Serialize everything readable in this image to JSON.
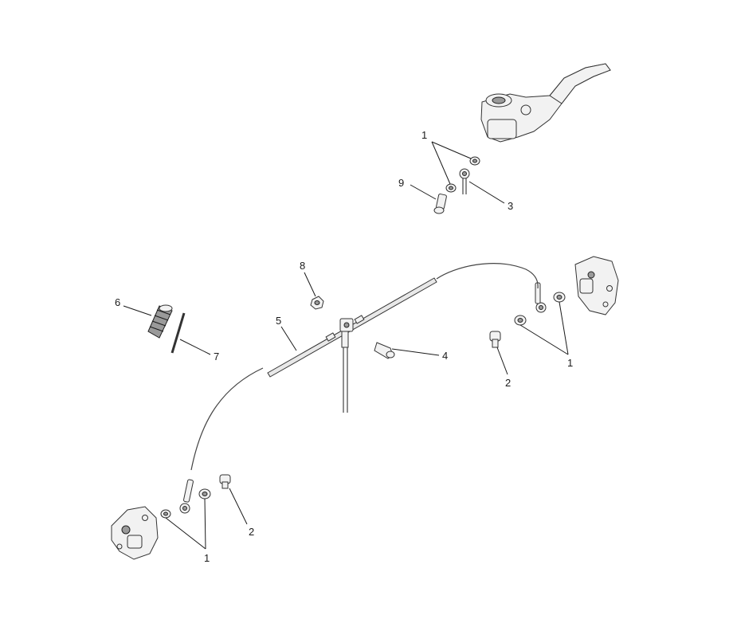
{
  "callouts": [
    {
      "id": "c1a",
      "label": "1"
    },
    {
      "id": "c9",
      "label": "9"
    },
    {
      "id": "c3",
      "label": "3"
    },
    {
      "id": "c8",
      "label": "8"
    },
    {
      "id": "c6",
      "label": "6"
    },
    {
      "id": "c5",
      "label": "5"
    },
    {
      "id": "c7",
      "label": "7"
    },
    {
      "id": "c4",
      "label": "4"
    },
    {
      "id": "c1b",
      "label": "1"
    },
    {
      "id": "c2a",
      "label": "2"
    },
    {
      "id": "c2b",
      "label": "2"
    },
    {
      "id": "c1c",
      "label": "1"
    }
  ],
  "colors": {
    "line": "#1a1a1a",
    "background": "#ffffff"
  }
}
